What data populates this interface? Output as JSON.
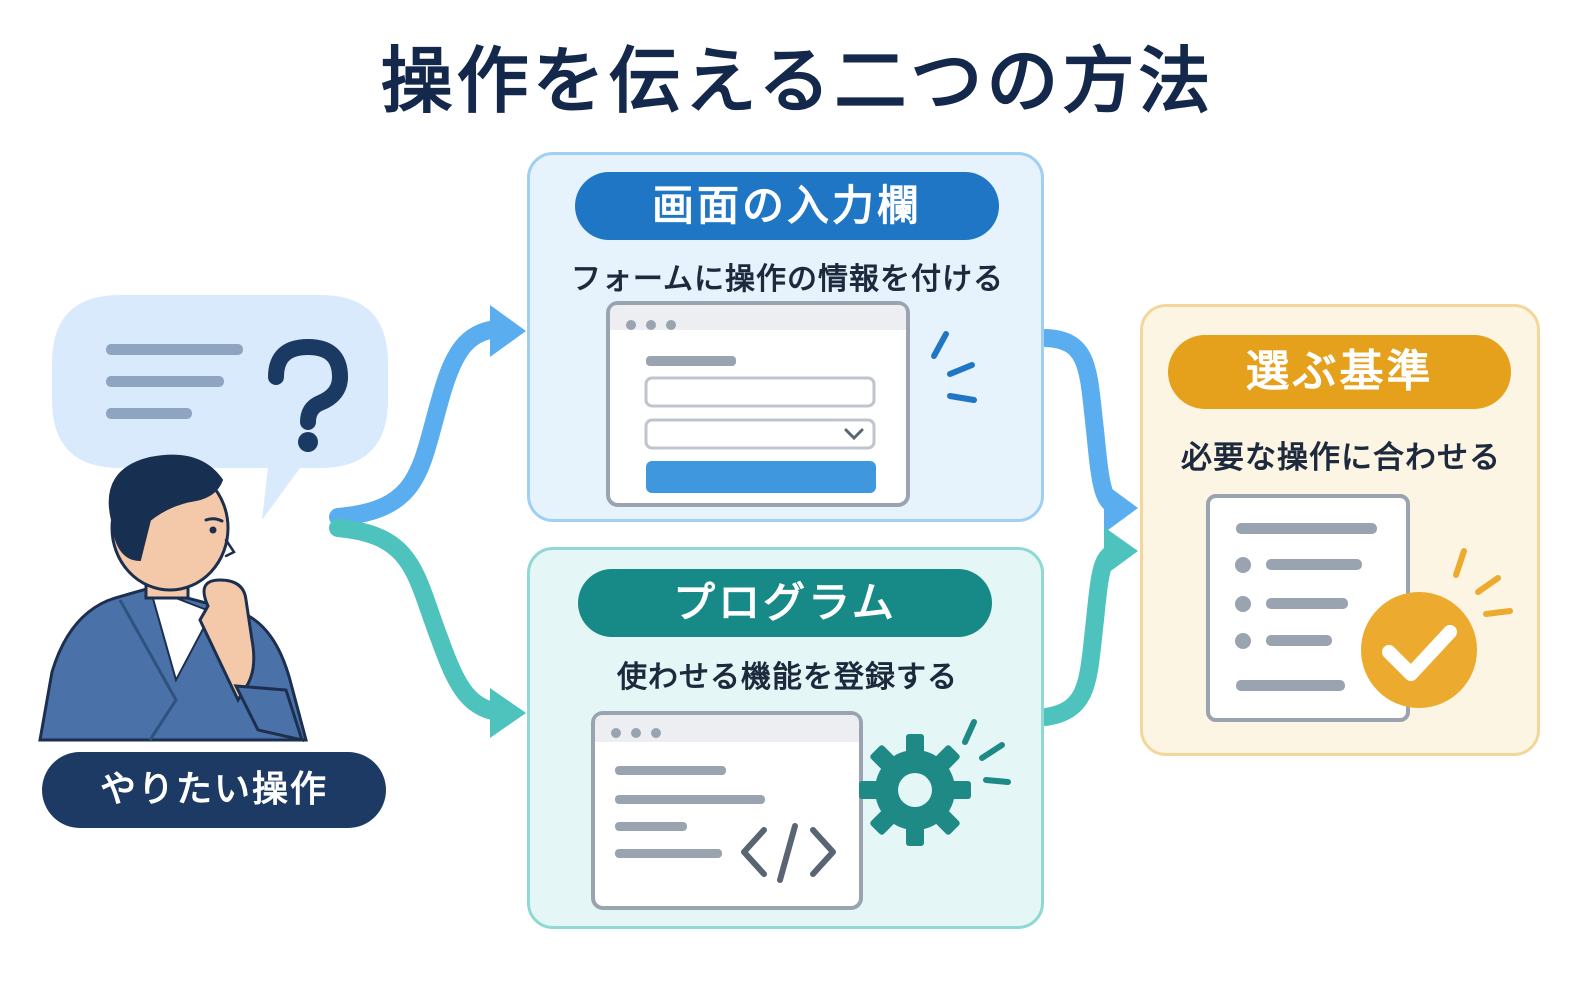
{
  "title": "操作を伝える二つの方法",
  "user": {
    "label": "やりたい操作"
  },
  "form_method": {
    "title": "画面の入力欄",
    "description": "フォームに操作の情報を付ける"
  },
  "program_method": {
    "title": "プログラム",
    "description": "使わせる機能を登録する"
  },
  "criteria": {
    "title": "選ぶ基準",
    "description": "必要な操作に合わせる"
  },
  "colors": {
    "title": "#14284b",
    "form_accent": "#1f76c4",
    "program_accent": "#178a88",
    "criteria_accent": "#e5a01c",
    "user_badge": "#1c3a64"
  },
  "icons": [
    "question-mark-icon",
    "browser-form-icon",
    "chevron-down-icon",
    "code-icon",
    "gear-icon",
    "checklist-icon",
    "checkmark-icon"
  ]
}
